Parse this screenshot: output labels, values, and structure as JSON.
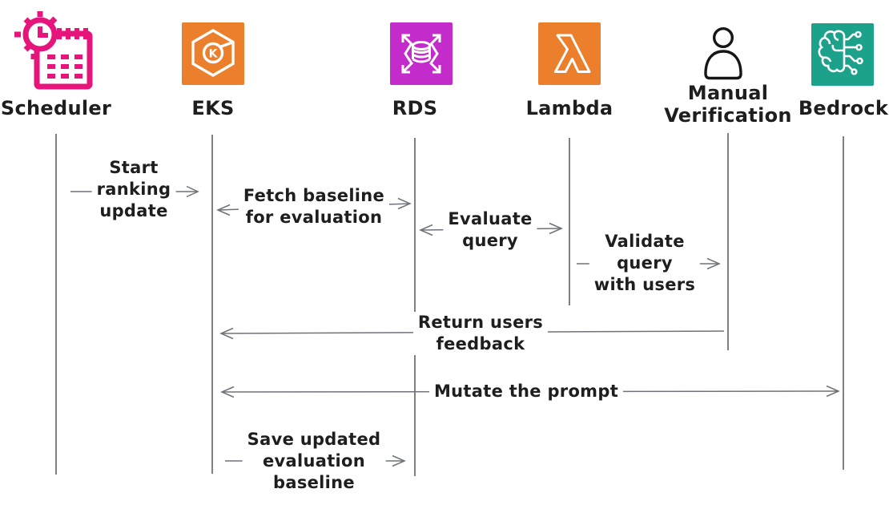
{
  "diagram": {
    "actors": [
      {
        "name": "Scheduler",
        "icon": "clock-calendar-icon",
        "color": "#E7157B"
      },
      {
        "name": "EKS",
        "icon": "eks-kubernetes-icon",
        "color": "#EC7F2B",
        "icon_letter": "K"
      },
      {
        "name": "RDS",
        "icon": "rds-database-icon",
        "color": "#C32BCB"
      },
      {
        "name": "Lambda",
        "icon": "lambda-icon",
        "color": "#EC7F2B"
      },
      {
        "name": "Manual Verification",
        "line1": "Manual",
        "line2": "Verification",
        "icon": "person-icon",
        "color": "#161616"
      },
      {
        "name": "Bedrock",
        "icon": "brain-circuit-icon",
        "color": "#1CA28B"
      }
    ],
    "messages": [
      {
        "from": "Scheduler",
        "to": "EKS",
        "arrow": "right",
        "lines": [
          "Start",
          "ranking",
          "update"
        ]
      },
      {
        "from": "EKS",
        "to": "RDS",
        "arrow": "both",
        "lines": [
          "Fetch baseline",
          "for evaluation"
        ]
      },
      {
        "from": "RDS",
        "to": "Lambda",
        "arrow": "both",
        "lines": [
          "Evaluate",
          "query"
        ]
      },
      {
        "from": "Lambda",
        "to": "Manual Verification",
        "arrow": "right",
        "lines": [
          "Validate",
          "query",
          "with users"
        ]
      },
      {
        "from": "Manual Verification",
        "to": "EKS",
        "arrow": "left",
        "lines": [
          "Return users",
          "feedback"
        ]
      },
      {
        "from": "EKS",
        "to": "Bedrock",
        "arrow": "both",
        "lines": [
          "Mutate the prompt"
        ]
      },
      {
        "from": "EKS",
        "to": "RDS",
        "arrow": "right",
        "lines": [
          "Save updated",
          "evaluation",
          "baseline"
        ]
      }
    ],
    "colors": {
      "scheduler_pink": "#E7157B",
      "aws_orange": "#EC7F2B",
      "rds_magenta": "#C32BCB",
      "bedrock_teal": "#1CA28B",
      "person_outline": "#161616",
      "text": "#1E1E1E",
      "arrow": "#6E737A",
      "lifeline": "#4A4A4A",
      "background": "#FFFFFF"
    }
  }
}
